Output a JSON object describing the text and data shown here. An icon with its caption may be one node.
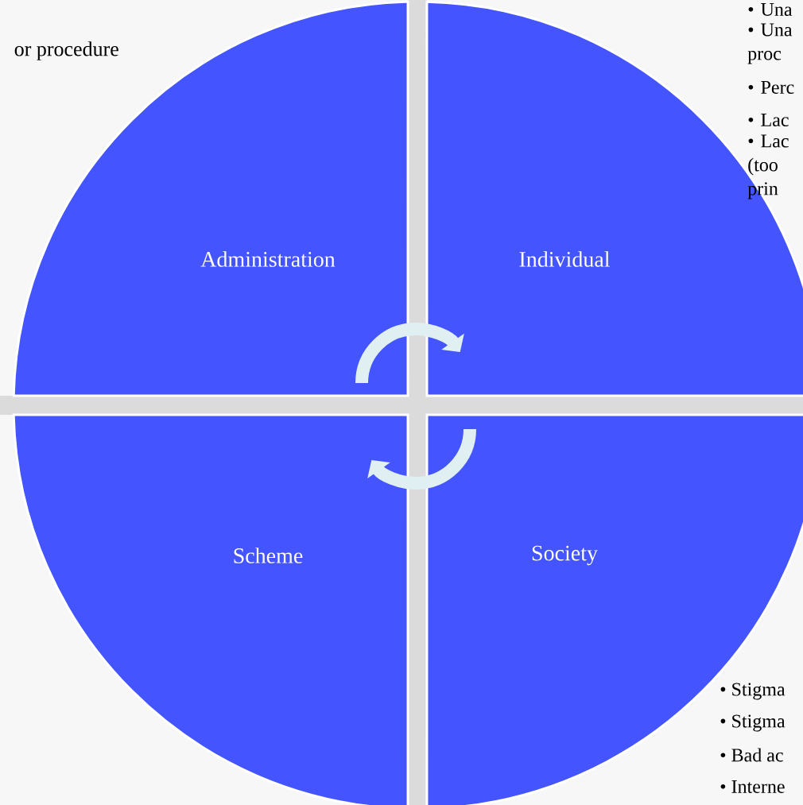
{
  "diagram": {
    "nodes": [
      {
        "text": [
          "Administration"
        ]
      },
      {
        "text": [
          "Individual"
        ]
      },
      {
        "text": [
          "Scheme"
        ]
      },
      {
        "text": [
          "Society"
        ]
      }
    ],
    "edges": [
      {
        "from": 0,
        "to": 1,
        "arrow": "to"
      },
      {
        "from": 3,
        "to": 2,
        "arrow": "to"
      }
    ],
    "labels": [
      "or procedure",
      "• Una",
      "• Una proc",
      "• Perc",
      "• Lac",
      "• Lac (too prin",
      "• Stigma",
      "• Stigma",
      "• Bad ac",
      "• Interne"
    ]
  }
}
